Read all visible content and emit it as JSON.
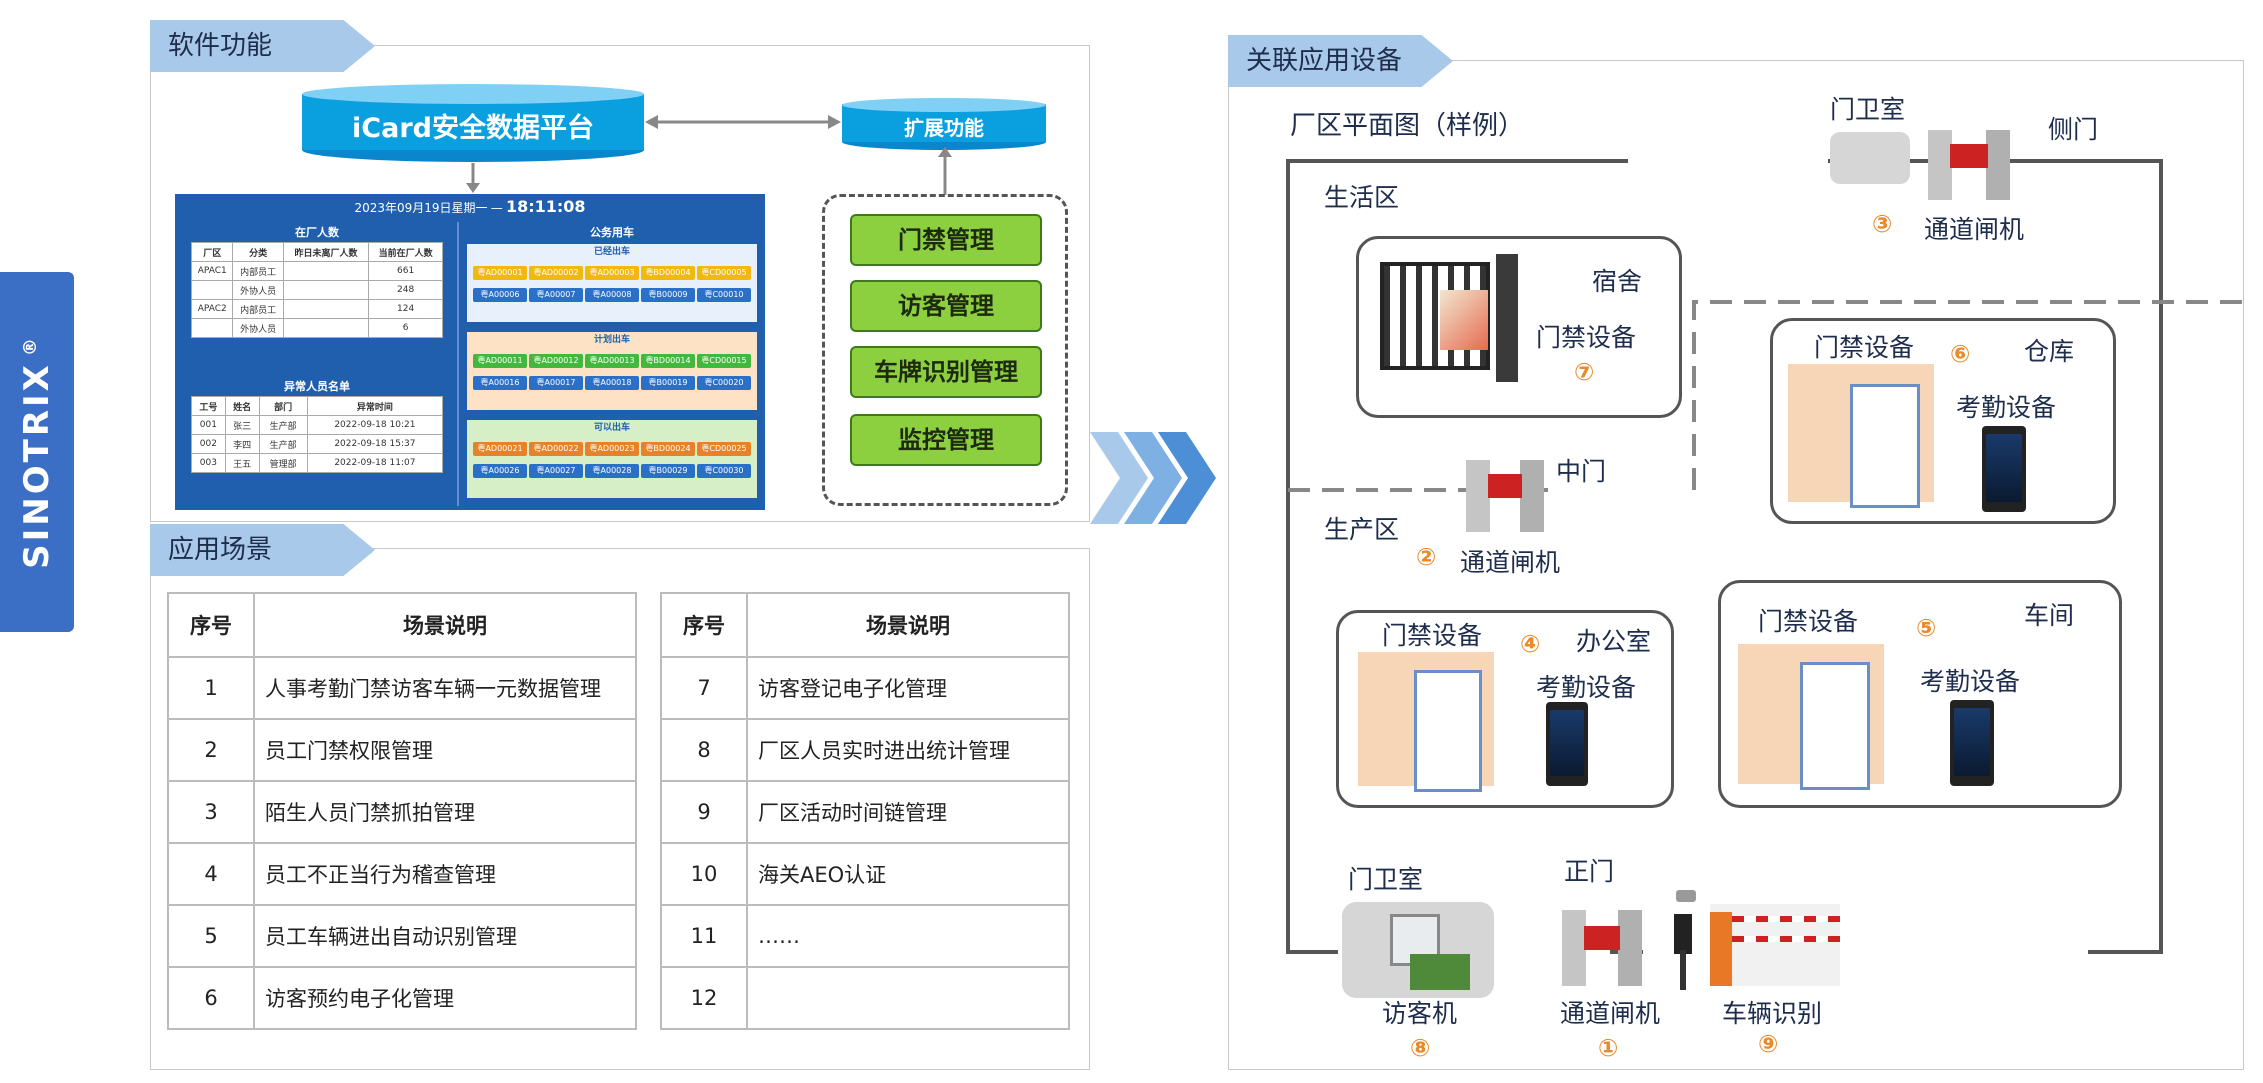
{
  "brand": {
    "name": "SINOTRIX",
    "mark": "®"
  },
  "software": {
    "ribbon": "软件功能",
    "platform": "iCard安全数据平台",
    "extension": "扩展功能",
    "modules": [
      "门禁管理",
      "访客管理",
      "车牌识别管理",
      "监控管理"
    ],
    "dashboard": {
      "datetime": "2023年09月19日星期一",
      "time": "18:11:08",
      "in_plant": {
        "title": "在厂人数",
        "headers": [
          "厂区",
          "分类",
          "昨日未离厂人数",
          "当前在厂人数"
        ],
        "rows": [
          [
            "APAC1",
            "内部员工",
            "",
            "661"
          ],
          [
            "",
            "外协人员",
            "",
            "248"
          ],
          [
            "APAC2",
            "内部员工",
            "",
            "124"
          ],
          [
            "",
            "外协人员",
            "",
            "6"
          ]
        ]
      },
      "abnormal": {
        "title": "异常人员名单",
        "headers": [
          "工号",
          "姓名",
          "部门",
          "异常时间"
        ],
        "rows": [
          [
            "001",
            "张三",
            "生产部",
            "2022-09-18 10:21"
          ],
          [
            "002",
            "李四",
            "生产部",
            "2022-09-18 15:37"
          ],
          [
            "003",
            "王五",
            "管理部",
            "2022-09-18 11:07"
          ]
        ]
      },
      "vehicles": {
        "title": "公务用车",
        "groups": [
          {
            "title": "已经出车",
            "row1": [
              "粤AD00001",
              "粤AD00002",
              "粤AD00003",
              "粤BD00004",
              "粤CD00005"
            ],
            "row2": [
              "粤A00006",
              "粤A00007",
              "粤A00008",
              "粤B00009",
              "粤C00010"
            ]
          },
          {
            "title": "计划出车",
            "row1": [
              "粤AD00011",
              "粤AD00012",
              "粤AD00013",
              "粤BD00014",
              "粤CD00015"
            ],
            "row2": [
              "粤A00016",
              "粤A00017",
              "粤A00018",
              "粤B00019",
              "粤C00020"
            ]
          },
          {
            "title": "可以出车",
            "row1": [
              "粤AD00021",
              "粤AD00022",
              "粤AD00023",
              "粤BD00024",
              "粤CD00025"
            ],
            "row2": [
              "粤A00026",
              "粤A00027",
              "粤A00028",
              "粤B00029",
              "粤C00030"
            ]
          }
        ]
      }
    }
  },
  "scenarios": {
    "ribbon": "应用场景",
    "col_no": "序号",
    "col_desc": "场景说明",
    "left": [
      [
        "1",
        "人事考勤门禁访客车辆一元数据管理"
      ],
      [
        "2",
        "员工门禁权限管理"
      ],
      [
        "3",
        "陌生人员门禁抓拍管理"
      ],
      [
        "4",
        "员工不正当行为稽查管理"
      ],
      [
        "5",
        "员工车辆进出自动识别管理"
      ],
      [
        "6",
        "访客预约电子化管理"
      ]
    ],
    "right": [
      [
        "7",
        "访客登记电子化管理"
      ],
      [
        "8",
        "厂区人员实时进出统计管理"
      ],
      [
        "9",
        "厂区活动时间链管理"
      ],
      [
        "10",
        "海关AEO认证"
      ],
      [
        "11",
        "……"
      ],
      [
        "12",
        ""
      ]
    ]
  },
  "devices": {
    "ribbon": "关联应用设备",
    "plan_title": "厂区平面图（样例）",
    "zones": {
      "living": "生活区",
      "production": "生产区"
    },
    "labels": {
      "guard_top": "门卫室",
      "side_gate": "侧门",
      "turnstile": "通道闸机",
      "dorm": "宿舍",
      "door_device": "门禁设备",
      "middle_gate": "中门",
      "warehouse": "仓库",
      "attendance": "考勤设备",
      "office": "办公室",
      "workshop": "车间",
      "guard_bottom": "门卫室",
      "main_gate": "正门",
      "visitor_machine": "访客机",
      "vehicle_recog": "车辆识别"
    },
    "numbers": [
      "③",
      "⑦",
      "⑥",
      "②",
      "④",
      "⑤",
      "⑧",
      "①",
      "⑨"
    ]
  }
}
